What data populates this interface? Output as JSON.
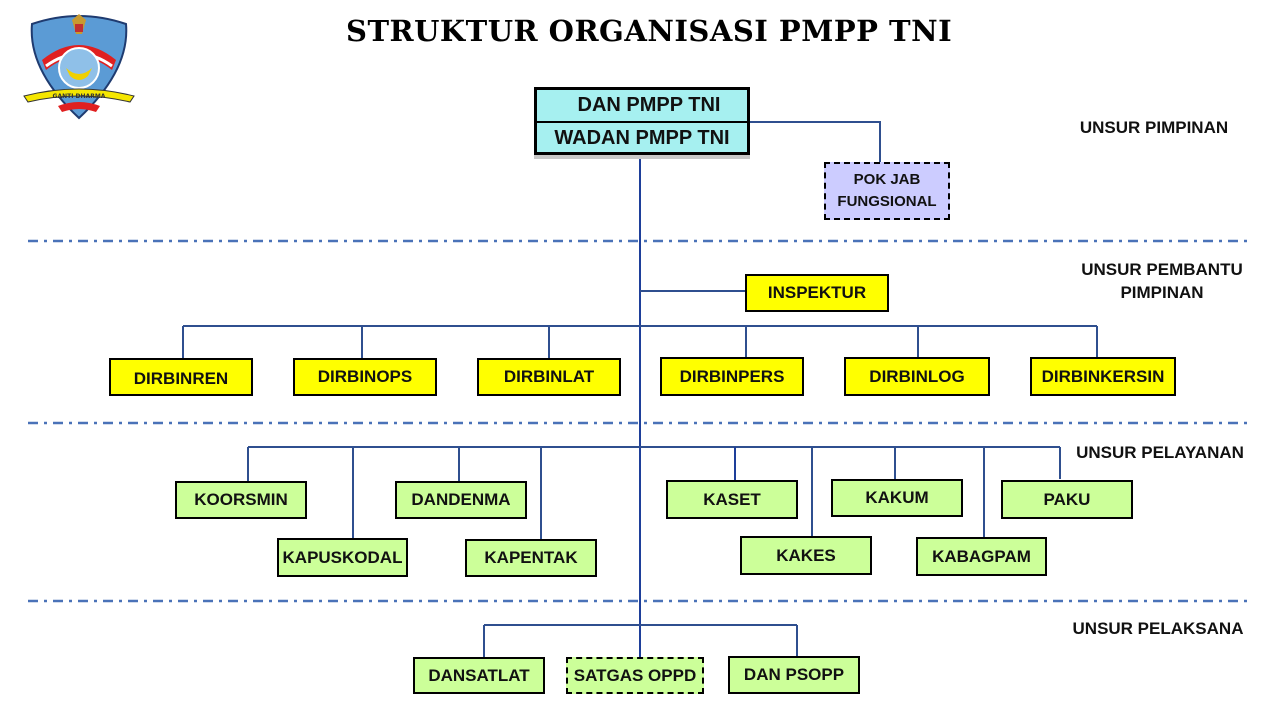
{
  "title": "STRUKTUR ORGANISASI PMPP TNI",
  "logo": {
    "icon": "pmpp-tni-shield-emblem",
    "ribbon_text": "GANTI DHARMA"
  },
  "colors": {
    "leader_box": "#a6f0f0",
    "assistant_box": "#ffff00",
    "service_box": "#ccff99",
    "functional_box": "#ccccff",
    "connector": "#2f4f8f",
    "divider": "#4a72b8"
  },
  "levels": {
    "pimpinan": "UNSUR PIMPINAN",
    "pembantu_line1": "UNSUR PEMBANTU",
    "pembantu_line2": "PIMPINAN",
    "pelayanan": "UNSUR PELAYANAN",
    "pelaksana": "UNSUR PELAKSANA"
  },
  "leadership": {
    "commander": "DAN PMPP TNI",
    "deputy": "WADAN PMPP TNI",
    "functional_line1": "POK JAB",
    "functional_line2": "FUNGSIONAL"
  },
  "assistants": {
    "inspector": "INSPEKTUR",
    "directorates": [
      "DIRBINREN",
      "DIRBINOPS",
      "DIRBINLAT",
      "DIRBINPERS",
      "DIRBINLOG",
      "DIRBINKERSIN"
    ]
  },
  "services": [
    "KOORSMIN",
    "KAPUSKODAL",
    "DANDENMA",
    "KAPENTAK",
    "KASET",
    "KAKES",
    "KAKUM",
    "KABAGPAM",
    "PAKU"
  ],
  "executors": [
    "DANSATLAT",
    "SATGAS OPPD",
    "DAN PSOPP"
  ]
}
